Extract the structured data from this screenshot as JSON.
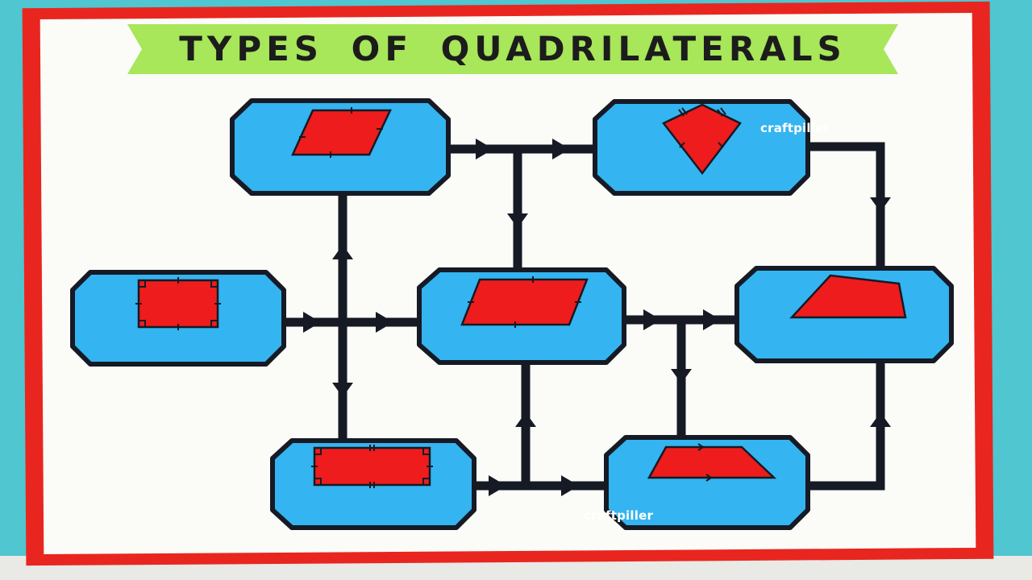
{
  "banner": {
    "title": "TYPES OF QUADRILATERALS"
  },
  "watermarks": [
    "craftpiller",
    "craftpiller"
  ],
  "cards": [
    {
      "name": "rhombus-card",
      "shape": "rhombus"
    },
    {
      "name": "kite-card",
      "shape": "kite"
    },
    {
      "name": "square-card",
      "shape": "square"
    },
    {
      "name": "parallelogram-card",
      "shape": "parallelogram"
    },
    {
      "name": "quadrilateral-card",
      "shape": "quadrilateral"
    },
    {
      "name": "rectangle-card",
      "shape": "rectangle"
    },
    {
      "name": "trapezium-card",
      "shape": "trapezium"
    }
  ],
  "colors": {
    "card_fill": "#34b4f0",
    "card_border": "#151a24",
    "shape_fill": "#ee1c1c",
    "board_border": "#e8261f",
    "board_paper": "#fbfbf8",
    "banner": "#a8e65a",
    "connector": "#151a24"
  }
}
